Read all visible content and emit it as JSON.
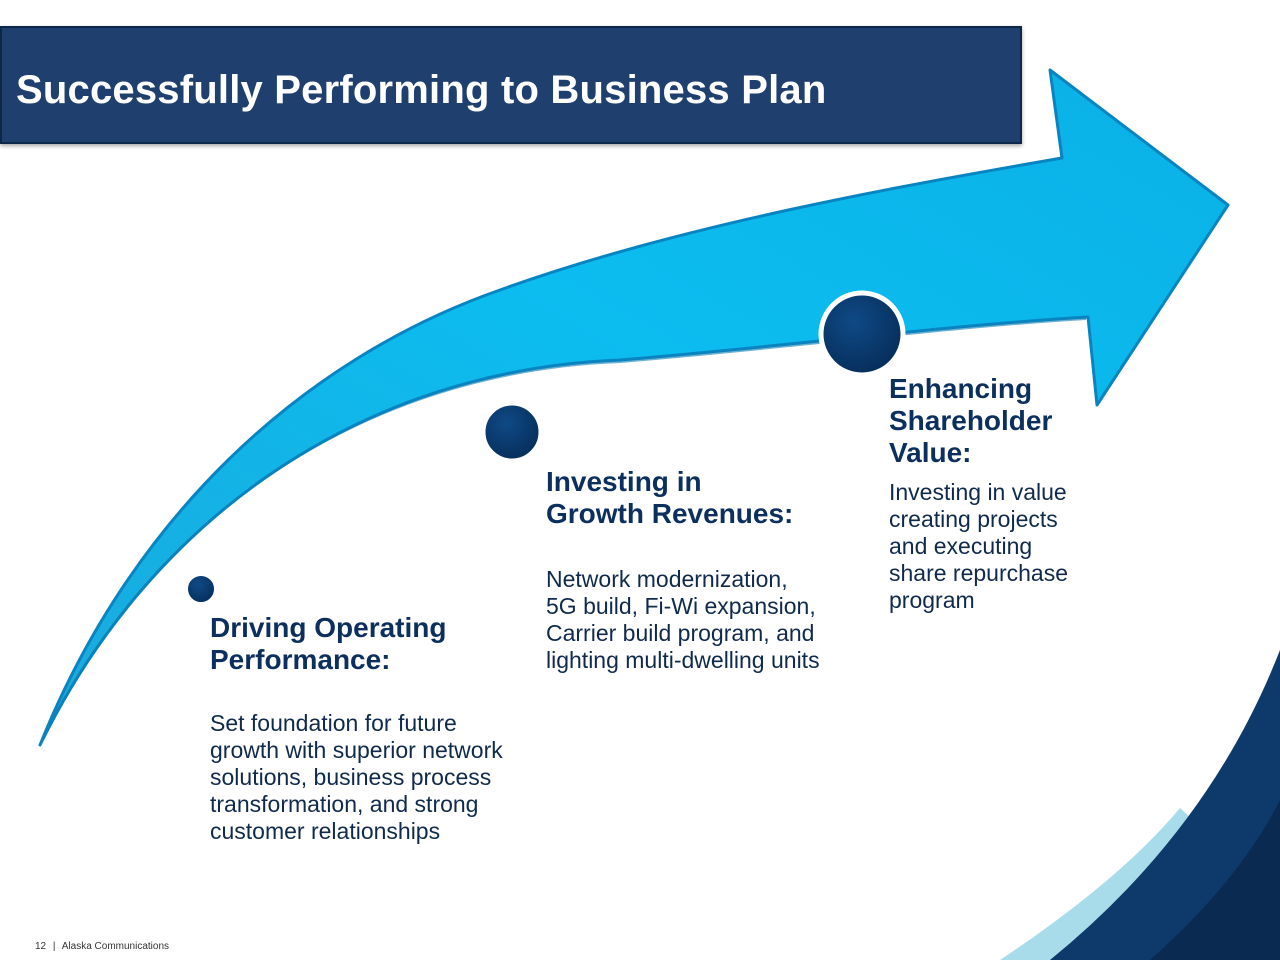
{
  "title": "Successfully Performing to Business Plan",
  "colors": {
    "title_bar": "#1f3f6e",
    "arrow_fill": "#0ab5e8",
    "arrow_edge": "#0a84c0",
    "milestone_fill": "#0b3a6e",
    "heading_text": "#0c2f5e",
    "corner_dark": "#0d3a6a",
    "corner_light": "#a8dcea"
  },
  "milestones": [
    {
      "heading_lines": [
        "Driving Operating",
        "Performance:"
      ],
      "description_lines": [
        "Set foundation for future",
        "growth with superior network",
        "solutions, business process",
        "transformation, and strong",
        "customer relationships"
      ]
    },
    {
      "heading_lines": [
        "Investing in",
        "Growth Revenues:"
      ],
      "description_lines": [
        "Network modernization,",
        "5G build, Fi-Wi expansion,",
        "Carrier build program, and",
        "lighting multi-dwelling units"
      ]
    },
    {
      "heading_lines": [
        "Enhancing",
        "Shareholder",
        "Value:"
      ],
      "description_lines": [
        "Investing in value",
        "creating projects",
        "and executing",
        "share repurchase",
        "program"
      ]
    }
  ],
  "footer": {
    "page_number": "12",
    "separator": "|",
    "company": "Alaska Communications"
  }
}
